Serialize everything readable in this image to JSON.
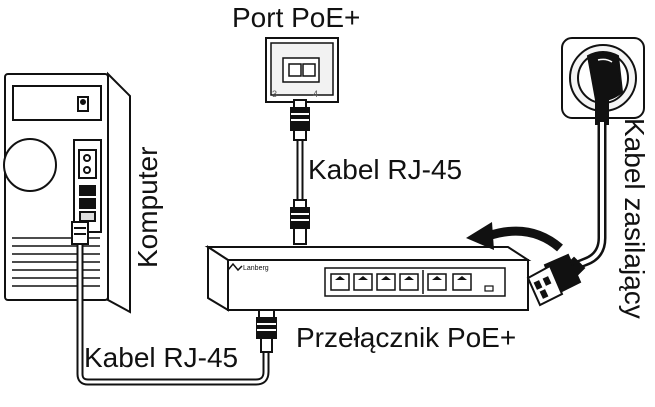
{
  "labels": {
    "port_poe": "Port PoE+",
    "cable_top": "Kabel RJ-45",
    "cable_bottom": "Kabel RJ-45",
    "computer": "Komputer",
    "switch": "Przełącznik PoE+",
    "power_cable": "Kabel zasilający"
  },
  "device": {
    "brand": "Lanberg",
    "port_numbers": [
      "3",
      "4"
    ]
  },
  "icons": [
    "computer-tower",
    "wall-port",
    "rj45-plug",
    "network-switch",
    "power-socket",
    "iec-power-plug",
    "arrow"
  ]
}
